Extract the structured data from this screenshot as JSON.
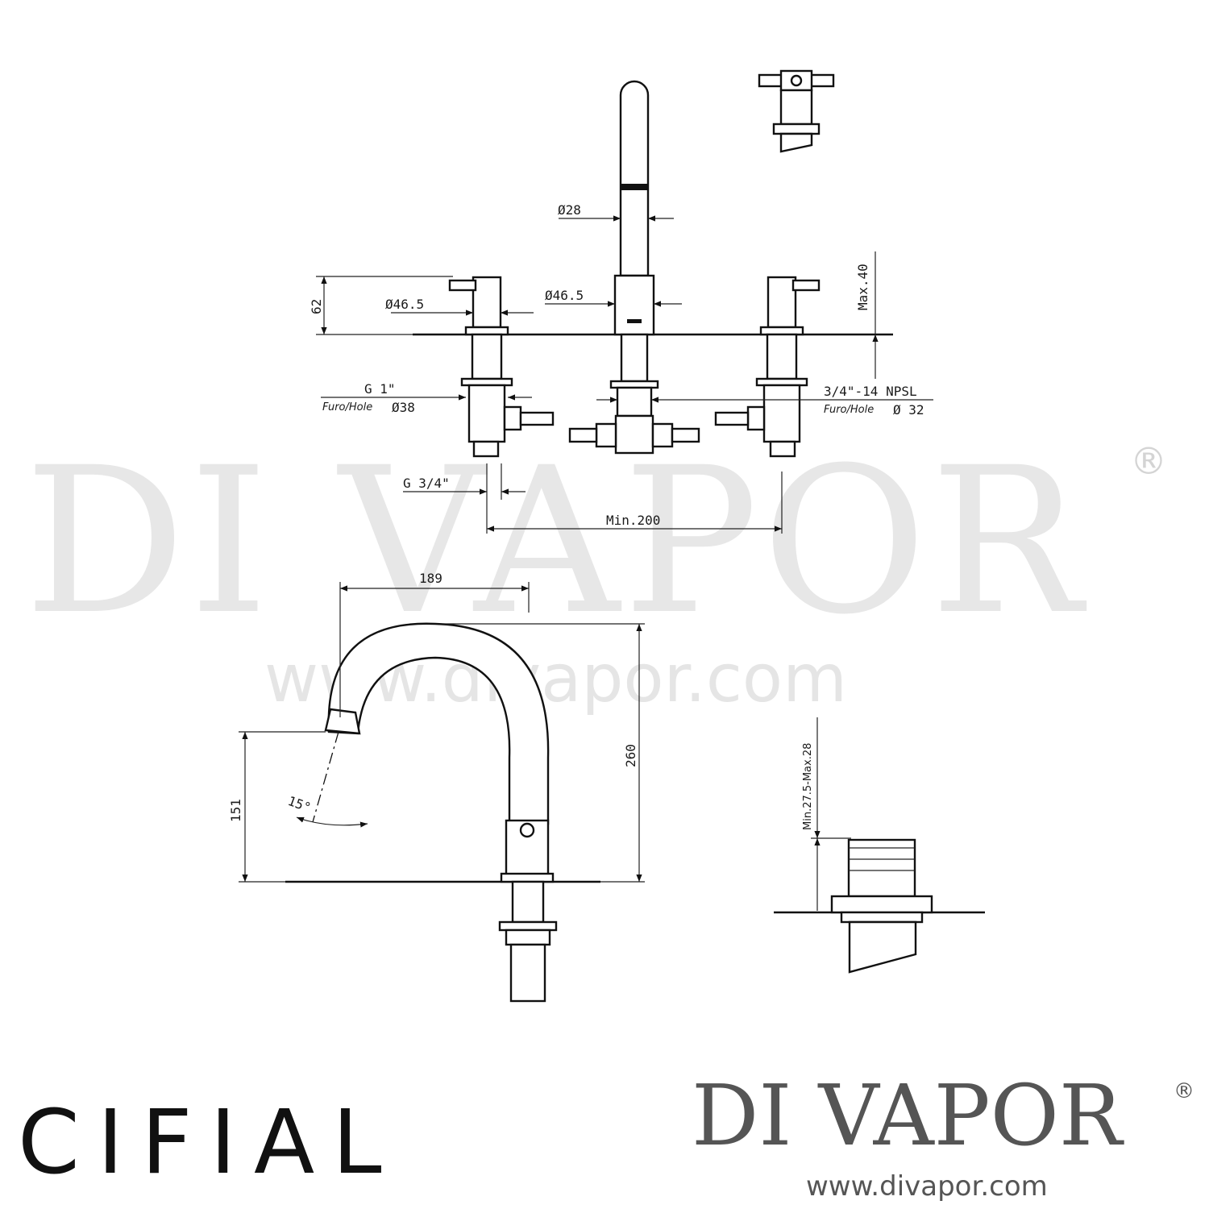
{
  "watermark": {
    "brand": "DI VAPOR",
    "registered_mark": "®",
    "url": "www.divapor.com"
  },
  "top_view": {
    "dims": {
      "spout_diameter": "Ø28",
      "handle_height": "62",
      "left_handle_diameter": "Ø46.5",
      "center_body_diameter": "Ø46.5",
      "max_deck_thickness": "Max.40",
      "left_thread": "G 1\"",
      "left_hole_prefix": "Furo/Hole",
      "left_hole_value": "Ø38",
      "right_thread": "3/4\"-14 NPSL",
      "right_hole_prefix": "Furo/Hole",
      "right_hole_value": "Ø 32",
      "inlet_thread": "G 3/4\"",
      "min_spacing": "Min.200"
    }
  },
  "side_view": {
    "dims": {
      "reach": "189",
      "total_height": "260",
      "outlet_height": "151",
      "spray_angle": "15°"
    }
  },
  "handle_detail": {
    "dims": {
      "adjustment_range": "Min.27.5-Max.28"
    }
  },
  "footer": {
    "manufacturer_logo": "CIFIAL",
    "retailer_logo": "DI VAPOR",
    "retailer_registered_mark": "®",
    "retailer_url": "www.divapor.com"
  }
}
